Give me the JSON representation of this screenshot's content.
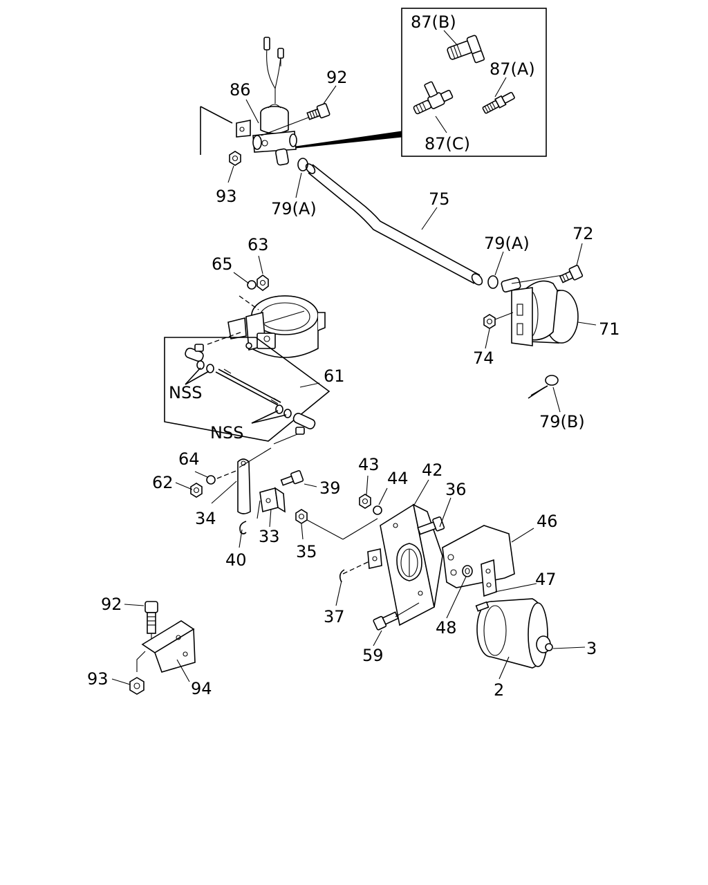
{
  "labels": {
    "l87b": "87(B)",
    "l87a": "87(A)",
    "l87c": "87(C)",
    "l86": "86",
    "l92_top": "92",
    "l93_top": "93",
    "l79a_left": "79(A)",
    "l75": "75",
    "l79a_right": "79(A)",
    "l72": "72",
    "l71": "71",
    "l74": "74",
    "l79b": "79(B)",
    "l63": "63",
    "l65": "65",
    "l61": "61",
    "nss_1": "NSS",
    "nss_2": "NSS",
    "l64": "64",
    "l62": "62",
    "l34": "34",
    "l40": "40",
    "l33": "33",
    "l39": "39",
    "l35": "35",
    "l43": "43",
    "l44": "44",
    "l42": "42",
    "l36": "36",
    "l46": "46",
    "l47": "47",
    "l37": "37",
    "l48": "48",
    "l59": "59",
    "l3": "3",
    "l2": "2",
    "l92_bottom": "92",
    "l93_bottom": "93",
    "l94": "94"
  }
}
